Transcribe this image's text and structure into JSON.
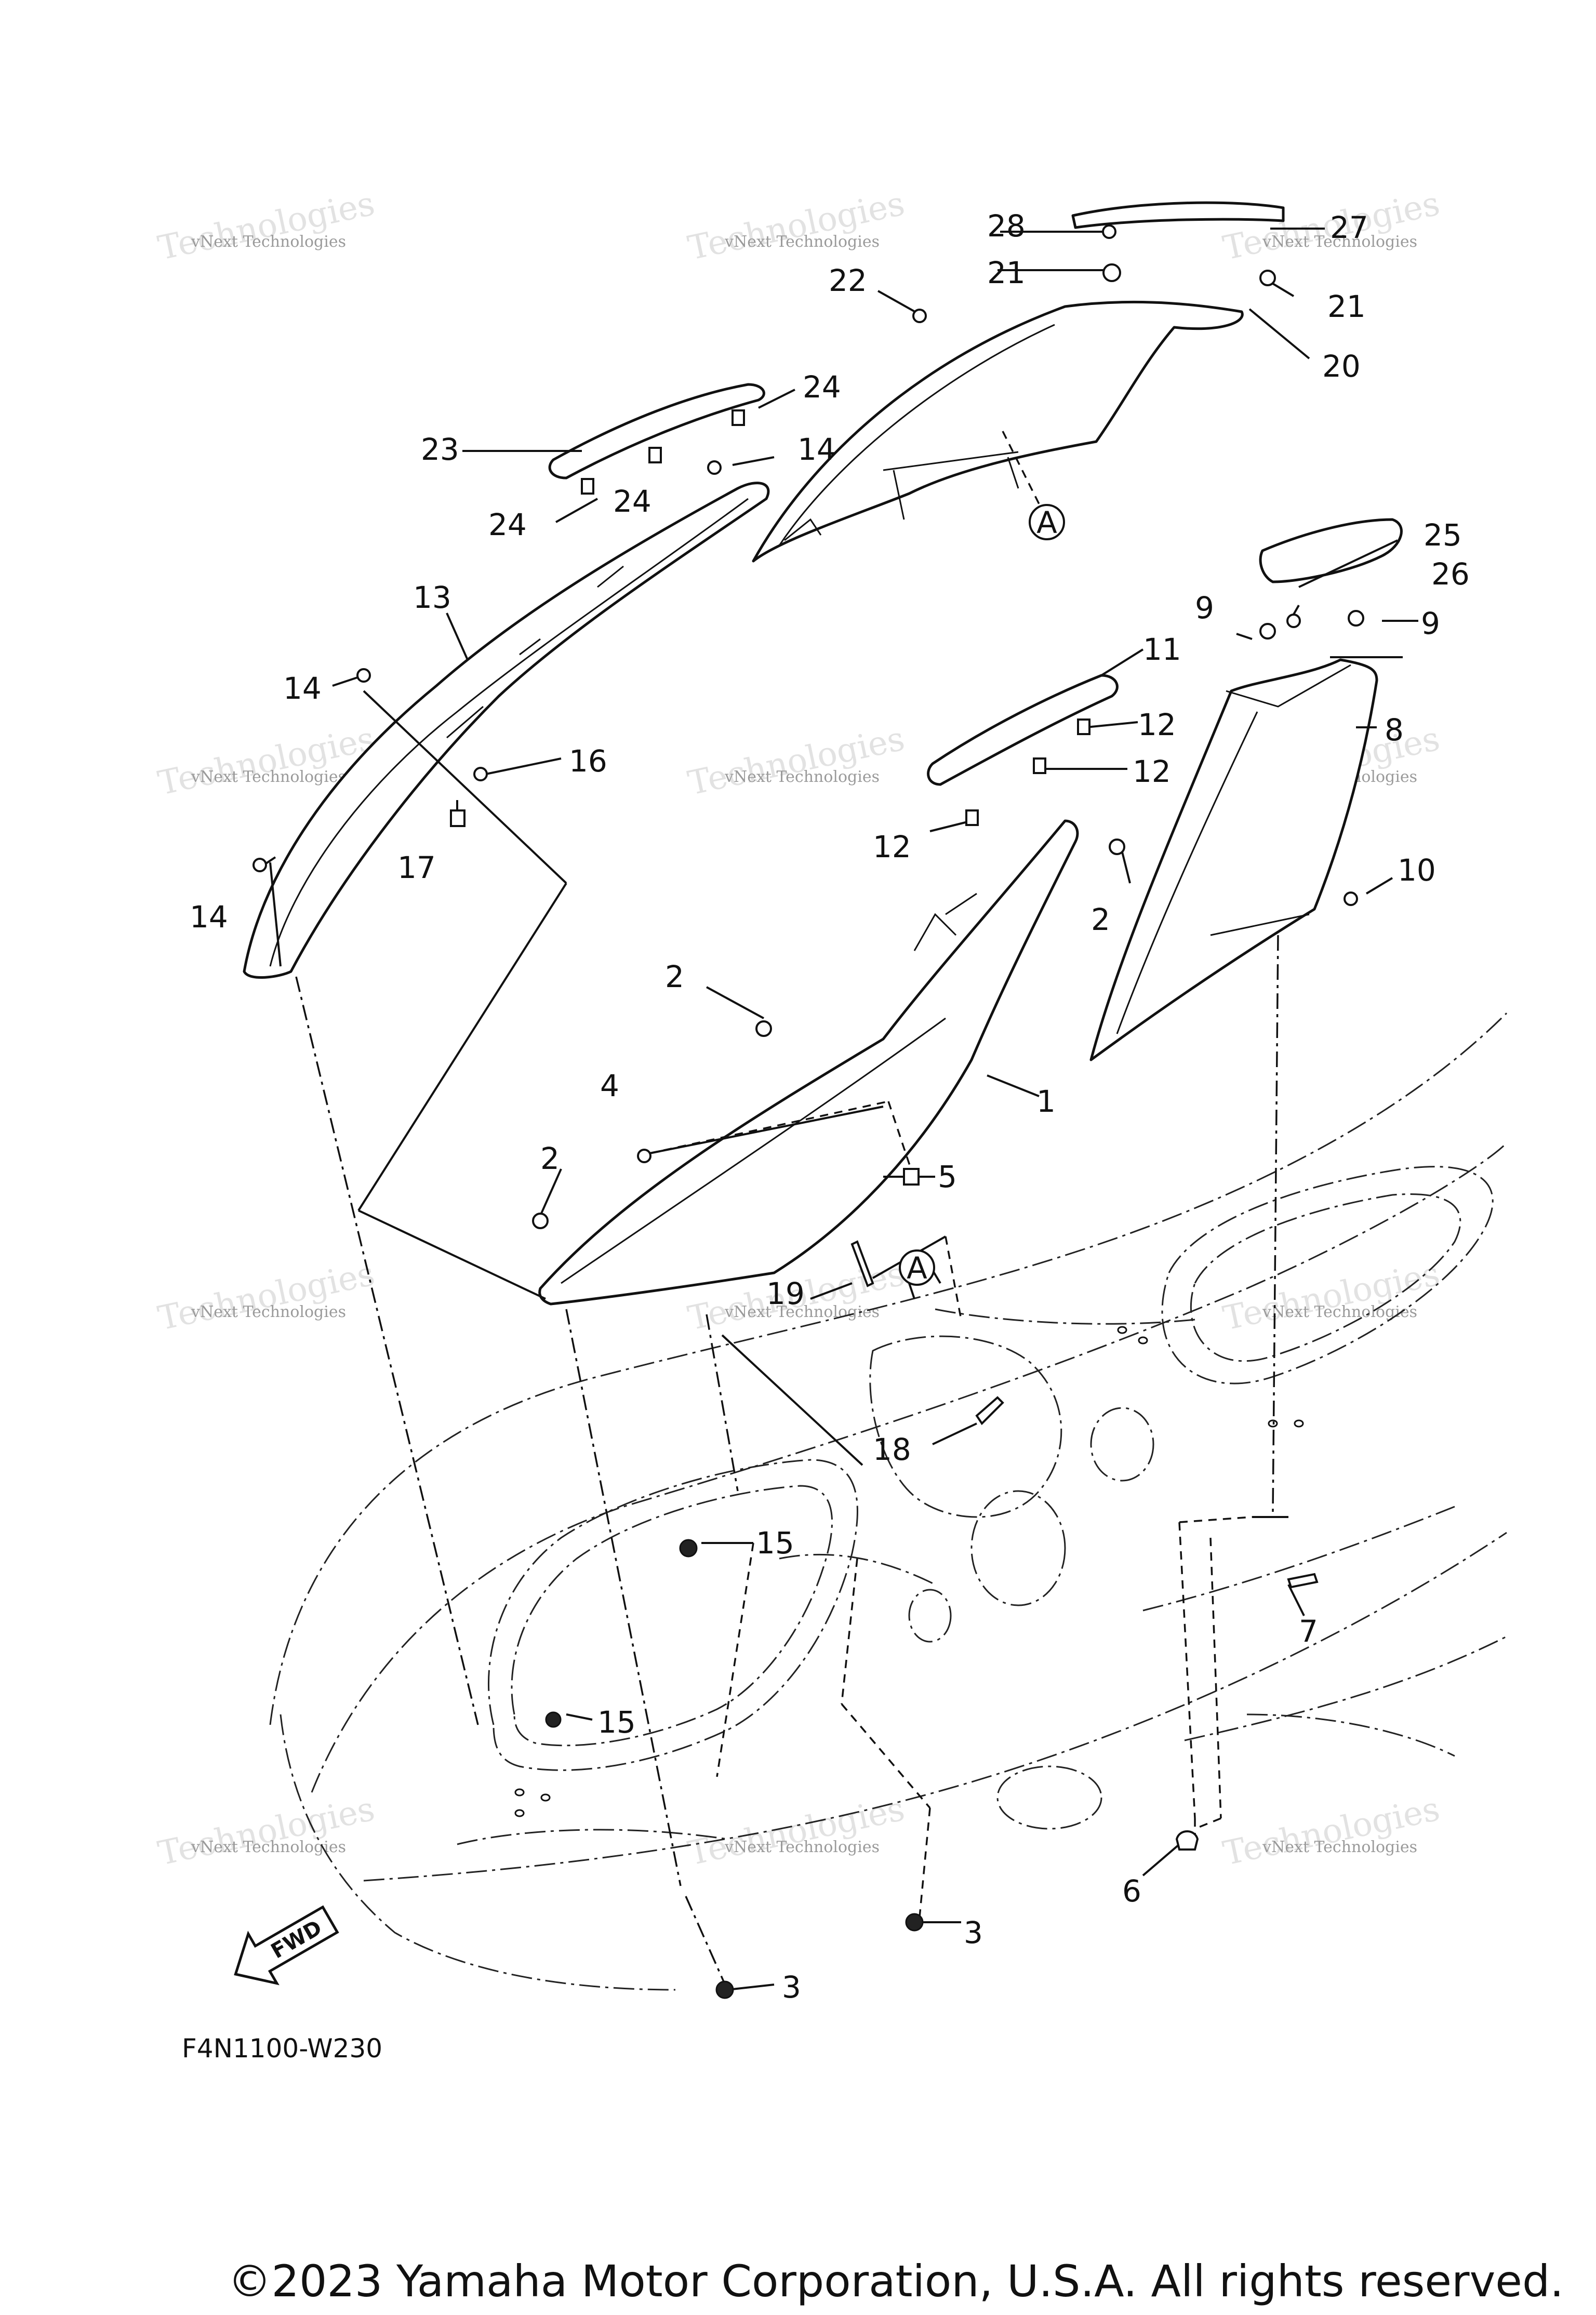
{
  "diagram": {
    "callouts": [
      "1",
      "2",
      "2",
      "2",
      "3",
      "3",
      "4",
      "5",
      "6",
      "7",
      "8",
      "9",
      "9",
      "10",
      "11",
      "12",
      "12",
      "12",
      "13",
      "14",
      "14",
      "14",
      "15",
      "15",
      "16",
      "17",
      "18",
      "19",
      "20",
      "21",
      "21",
      "22",
      "23",
      "24",
      "24",
      "24",
      "25",
      "26",
      "27",
      "28"
    ],
    "reference_marker": "A",
    "direction_label": "FWD",
    "diagram_code": "F4N1100-W230",
    "watermark": {
      "line1": "vNext Technologies",
      "line2": "Technologies"
    },
    "copyright": "©2023 Yamaha Motor Corporation, U.S.A. All rights reserved."
  }
}
